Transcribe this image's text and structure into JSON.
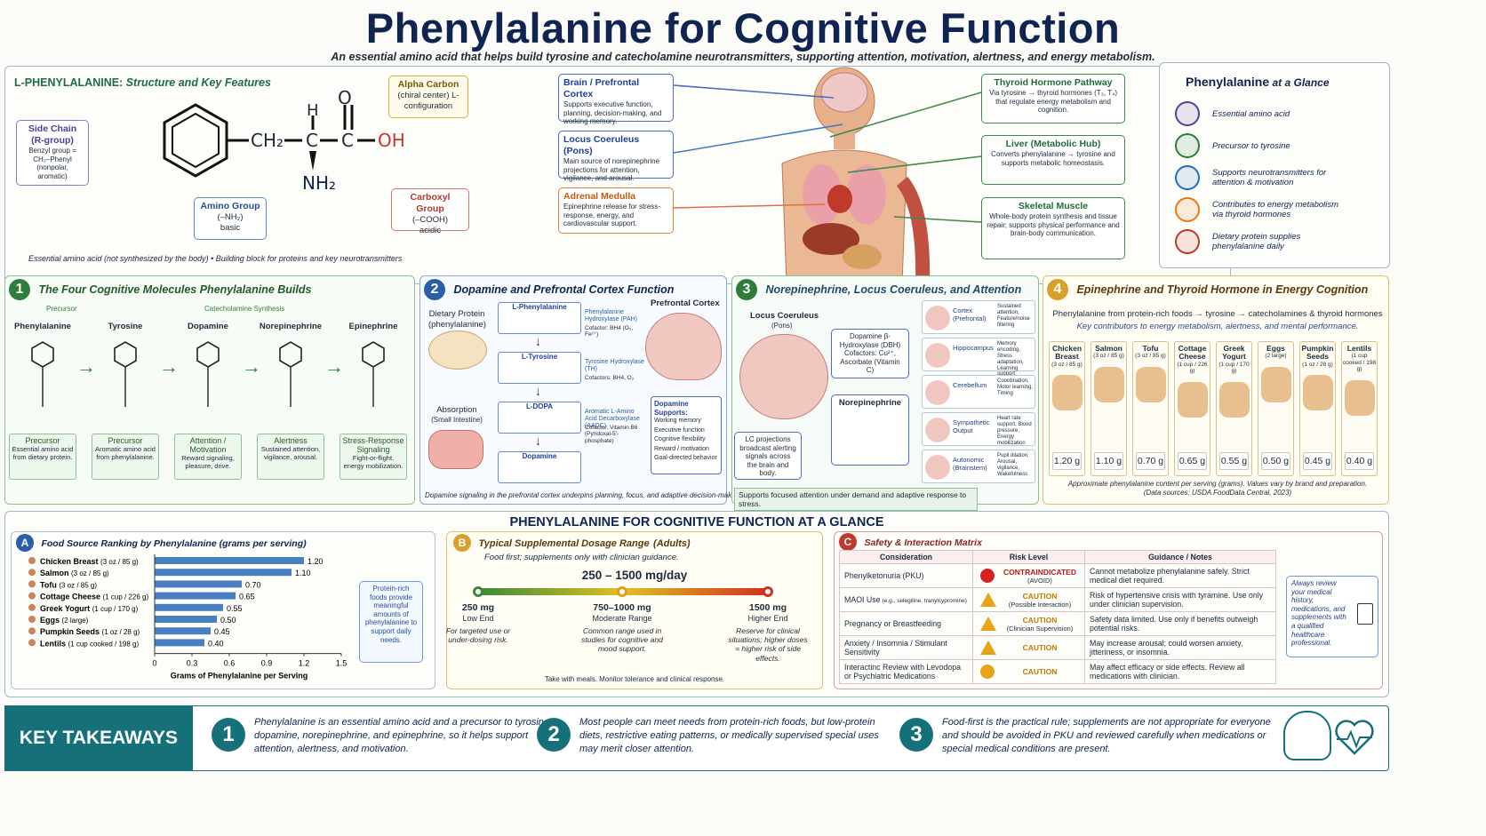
{
  "header": {
    "title": "Phenylalanine for Cognitive Function",
    "subtitle": "An essential amino acid that helps build tyrosine and catecholamine neurotransmitters, supporting attention, motivation, alertness, and energy metabolism."
  },
  "structure": {
    "heading_bold": "L-PHENYLALANINE:",
    "heading_rest": " Structure and Key Features",
    "side_chain_title": "Side Chain",
    "side_chain_sub": "(R-group)",
    "side_chain_desc": "Benzyl group = CH₂–Phenyl",
    "side_chain_note": "(nonpolar, aromatic)",
    "alpha_title": "Alpha Carbon",
    "alpha_desc": "(chiral center) L-configuration",
    "amino_title": "Amino Group",
    "amino_formula": "(–NH₂)",
    "amino_note": "basic",
    "carboxyl_title": "Carboxyl Group",
    "carboxyl_formula": "(–COOH)",
    "carboxyl_note": "acidic",
    "formula_ch2": "CH₂",
    "formula_c": "C",
    "formula_h": "H",
    "formula_nh2": "NH₂",
    "formula_o": "O",
    "formula_oh": "OH",
    "footer": "Essential amino acid (not synthesized by the body)  •  Building block for proteins and key neurotransmitters"
  },
  "body_map": {
    "brain": {
      "title": "Brain / Prefrontal Cortex",
      "desc": "Supports executive function, planning, decision-making, and working memory."
    },
    "locus": {
      "title": "Locus Coeruleus (Pons)",
      "desc": "Main source of norepinephrine projections for attention, vigilance, and arousal."
    },
    "adrenal": {
      "title": "Adrenal Medulla",
      "desc": "Epinephrine release for stress-response, energy, and cardiovascular support."
    },
    "thyroid": {
      "title": "Thyroid Hormone Pathway",
      "desc": "Via tyrosine → thyroid hormones (T₃, T₄) that regulate energy metabolism and cognition."
    },
    "liver": {
      "title": "Liver (Metabolic Hub)",
      "desc": "Converts phenylalanine → tyrosine and supports metabolic homeostasis."
    },
    "muscle": {
      "title": "Skeletal Muscle",
      "desc": "Whole-body protein synthesis and tissue repair; supports physical performance and brain-body communication."
    }
  },
  "glance": {
    "title": "Phenylalanine",
    "title_rest": " at a Glance",
    "items": [
      {
        "text": "Essential amino acid",
        "icon": "molecule-icon",
        "color": "#5b3f9a"
      },
      {
        "text": "Precursor to tyrosine",
        "icon": "link-icon",
        "color": "#2f7d3c"
      },
      {
        "text": "Supports neurotransmitters for attention & motivation",
        "icon": "head-icon",
        "color": "#2a6db5"
      },
      {
        "text": "Contributes to energy metabolism via thyroid hormones",
        "icon": "lightning-icon",
        "color": "#e07a1c"
      },
      {
        "text": "Dietary protein supplies phenylalanine daily",
        "icon": "shield-icon",
        "color": "#c0392b"
      }
    ]
  },
  "panel1": {
    "num": "1",
    "title": "The Four Cognitive Molecules Phenylalanine Builds",
    "precursor_label": "Precursor",
    "catechol_label": "Catecholamine Synthesis",
    "molecules": [
      {
        "name": "Phenylalanine",
        "role": "Precursor",
        "desc": "Essential amino acid from dietary protein."
      },
      {
        "name": "Tyrosine",
        "role": "Precursor",
        "desc": "Aromatic amino acid from phenylalanine."
      },
      {
        "name": "Dopamine",
        "role": "Attention / Motivation",
        "desc": "Reward signaling, pleasure, drive."
      },
      {
        "name": "Norepinephrine",
        "role": "Alertness",
        "desc": "Sustained attention, vigilance, arousal."
      },
      {
        "name": "Epinephrine",
        "role": "Stress-Response Signaling",
        "desc": "Fight-or-flight, energy mobilization."
      }
    ]
  },
  "panel2": {
    "num": "2",
    "title": "Dopamine and Prefrontal Cortex Function",
    "dietary": "Dietary Protein (phenylalanine)",
    "absorption": "Absorption",
    "absorption_sub": "(Small Intestine)",
    "pfc": "Prefrontal Cortex",
    "steps": [
      {
        "name": "L-Phenylalanine",
        "enzyme": "Phenylalanine Hydroxylase (PAH)",
        "cofactor": "Cofactor: BH4 (O₂, Fe²⁺)"
      },
      {
        "name": "L-Tyrosine",
        "enzyme": "Tyrosine Hydroxylase (TH)",
        "cofactor": "Cofactors: BH4, O₂"
      },
      {
        "name": "L-DOPA",
        "enzyme": "Aromatic L-Amino Acid Decarboxylase (AADC)",
        "cofactor": "Cofactor: Vitamin B6 (Pyridoxal-5'-phosphate)"
      },
      {
        "name": "Dopamine",
        "enzyme": "",
        "cofactor": ""
      }
    ],
    "supports_title": "Dopamine Supports:",
    "supports": [
      "Working memory",
      "Executive function",
      "Cognitive flexibility",
      "Reward / motivation",
      "Goal-directed behavior"
    ],
    "footer": "Dopamine signaling in the prefrontal cortex underpins planning, focus, and adaptive decision-making."
  },
  "panel3": {
    "num": "3",
    "title": "Norepinephrine, Locus Coeruleus, and Attention",
    "lc": "Locus Coeruleus",
    "lc_sub": "(Pons)",
    "dbh": "Dopamine β-Hydroxylase (DBH) Cofactors: Cu²⁺, Ascorbate (Vitamin C)",
    "ne": "Norepinephrine",
    "projections": "LC projections broadcast alerting signals across the brain and body.",
    "targets": [
      {
        "name": "Cortex (Prefrontal)",
        "effect": "Sustained attention, Feature/noise filtering"
      },
      {
        "name": "Hippocampus",
        "effect": "Memory encoding, Stress adaptation, Learning support"
      },
      {
        "name": "Cerebellum",
        "effect": "Coordination, Motor learning, Timing"
      },
      {
        "name": "Sympathetic Output",
        "effect": "Heart rate support, Blood pressure, Energy mobilization"
      },
      {
        "name": "Autonomic (Brainstem)",
        "effect": "Pupil dilation, Arousal, vigilance, Wakefulness"
      }
    ],
    "footer": "Supports focused attention under demand and adaptive response to stress."
  },
  "panel4": {
    "num": "4",
    "title": "Epinephrine and Thyroid Hormone in Energy Cognition",
    "line1": "Phenylalanine from protein-rich foods → tyrosine → catecholamines & thyroid hormones",
    "line2": "Key contributors to energy metabolism, alertness, and mental performance.",
    "foods": [
      {
        "name": "Chicken Breast",
        "serving": "(3 oz / 85 g)",
        "value": "1.20 g"
      },
      {
        "name": "Salmon",
        "serving": "(3 oz / 85 g)",
        "value": "1.10 g"
      },
      {
        "name": "Tofu",
        "serving": "(3 oz / 85 g)",
        "value": "0.70 g"
      },
      {
        "name": "Cottage Cheese",
        "serving": "(1 cup / 226 g)",
        "value": "0.65 g"
      },
      {
        "name": "Greek Yogurt",
        "serving": "(1 cup / 170 g)",
        "value": "0.55 g"
      },
      {
        "name": "Eggs",
        "serving": "(2 large)",
        "value": "0.50 g"
      },
      {
        "name": "Pumpkin Seeds",
        "serving": "(1 oz / 28 g)",
        "value": "0.45 g"
      },
      {
        "name": "Lentils",
        "serving": "(1 cup cooked / 198 g)",
        "value": "0.40 g"
      }
    ],
    "footnote1": "Approximate phenylalanine content per serving (grams). Values vary by brand and preparation.",
    "footnote2": "(Data sources: USDA FoodData Central, 2023)"
  },
  "glance_section": {
    "title": "PHENYLALANINE FOR COGNITIVE FUNCTION AT A GLANCE"
  },
  "panelA": {
    "letter": "A",
    "title": "Food Source Ranking by Phenylalanine (grams per serving)",
    "callout": "Protein-rich foods provide meaningful amounts of phenylalanine to support daily needs.",
    "xlabel": "Grams of Phenylalanine per Serving",
    "ticks": [
      "0",
      "0.3",
      "0.6",
      "0.9",
      "1.2",
      "1.5"
    ]
  },
  "chart_data": {
    "type": "bar",
    "orientation": "horizontal",
    "title": "Food Source Ranking by Phenylalanine (grams per serving)",
    "xlabel": "Grams of Phenylalanine per Serving",
    "categories": [
      "Chicken Breast",
      "Salmon",
      "Tofu",
      "Cottage Cheese",
      "Greek Yogurt",
      "Eggs",
      "Pumpkin Seeds",
      "Lentils"
    ],
    "servings": [
      "(3 oz / 85 g)",
      "(3 oz / 85 g)",
      "(3 oz / 85 g)",
      "(1 cup / 226 g)",
      "(1 cup / 170 g)",
      "(2 large)",
      "(1 oz / 28 g)",
      "(1 cup cooked / 198 g)"
    ],
    "values": [
      1.2,
      1.1,
      0.7,
      0.65,
      0.55,
      0.5,
      0.45,
      0.4
    ],
    "labels": [
      "1.20",
      "1.10",
      "0.70",
      "0.65",
      "0.55",
      "0.50",
      "0.45",
      "0.40"
    ],
    "xlim": [
      0,
      1.5
    ],
    "bar_color": "#4a7fc1"
  },
  "panelB": {
    "letter": "B",
    "title": "Typical Supplemental Dosage Range",
    "title_paren": "(Adults)",
    "note": "Food first; supplements only with clinician guidance.",
    "range": "250 – 1500 mg/day",
    "points": [
      {
        "value": "250 mg",
        "label": "Low End",
        "desc": "For targeted use or under-dosing risk.",
        "color": "#3a8a3a"
      },
      {
        "value": "750–1000 mg",
        "label": "Moderate Range",
        "desc": "Common range used in studies for cognitive and mood support.",
        "color": "#e0a020"
      },
      {
        "value": "1500 mg",
        "label": "Higher End",
        "desc": "Reserve for clinical situations; higher doses = higher risk of side effects.",
        "color": "#d03020"
      }
    ],
    "footer": "Take with meals. Monitor tolerance and clinical response."
  },
  "panelC": {
    "letter": "C",
    "title": "Safety & Interaction Matrix",
    "headers": [
      "Consideration",
      "Risk Level",
      "Guidance / Notes"
    ],
    "rows": [
      {
        "consideration": "Phenylketonuria (PKU)",
        "level": "CONTRAINDICATED",
        "level_sub": "(AVOID)",
        "note": "Cannot metabolize phenylalanine safely. Strict medical diet required.",
        "shape": "circle",
        "color": "#d72020"
      },
      {
        "consideration": "MAOI Use",
        "consideration_sub": "(e.g., selegiline, tranylcypromine)",
        "level": "CAUTION",
        "level_sub": "(Possible Interaction)",
        "note": "Risk of hypertensive crisis with tyramine. Use only under clinician supervision.",
        "shape": "triangle",
        "color": "#e8a417"
      },
      {
        "consideration": "Pregnancy or Breastfeeding",
        "level": "CAUTION",
        "level_sub": "(Clinician Supervision)",
        "note": "Safety data limited. Use only if benefits outweigh potential risks.",
        "shape": "triangle",
        "color": "#e8a417"
      },
      {
        "consideration": "Anxiety / Insomnia / Stimulant Sensitivity",
        "level": "CAUTION",
        "level_sub": "",
        "note": "May increase arousal; could worsen anxiety, jitteriness, or insomnia.",
        "shape": "triangle",
        "color": "#e8a417"
      },
      {
        "consideration": "Interactinc Review with Levodopa or Psychiatric Medications",
        "level": "CAUTION",
        "level_sub": "",
        "note": "May affect efficacy or side effects. Review all medications with clinician.",
        "shape": "circle",
        "color": "#e8a417"
      }
    ],
    "side_note": "Always review your medical history, medications, and supplements with a qualified healthcare professional."
  },
  "takeaways": {
    "label": "KEY TAKEAWAYS",
    "items": [
      {
        "num": "1",
        "text": "Phenylalanine is an essential amino acid and a precursor to tyrosine, dopamine, norepinephrine, and epinephrine, so it helps support attention, alertness, and motivation."
      },
      {
        "num": "2",
        "text": "Most people can meet needs from protein-rich foods, but low-protein diets, restrictive eating patterns, or medically supervised special uses may merit closer attention."
      },
      {
        "num": "3",
        "text": "Food-first is the practical rule; supplements are not appropriate for everyone and should be avoided in PKU and reviewed carefully when medications or special medical conditions are present."
      }
    ]
  },
  "colors": {
    "navy": "#0f2451",
    "teal": "#15707a",
    "green": "#2f7d3c",
    "blue": "#2a5fa8",
    "orange": "#e0a020",
    "red": "#c0392b"
  }
}
